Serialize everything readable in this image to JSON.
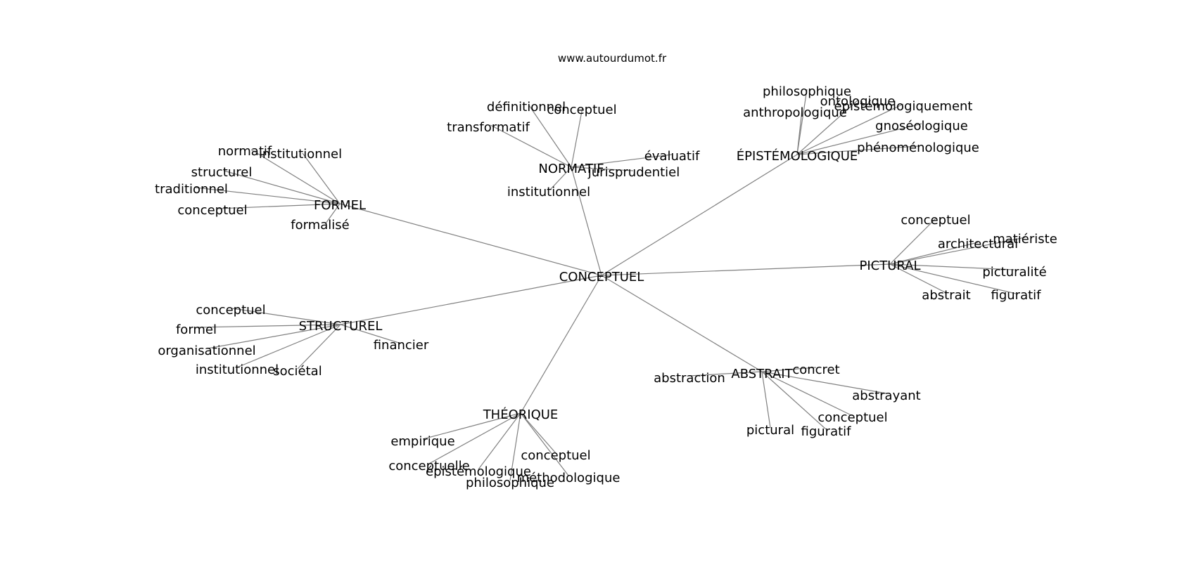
{
  "watermark": "www.autourdumot.fr",
  "graph": {
    "center": "CONCEPTUEL",
    "clusters": [
      {
        "hub": "FORMEL",
        "leaves": [
          "normatif",
          "institutionnel",
          "structurel",
          "traditionnel",
          "conceptuel",
          "formalisé"
        ]
      },
      {
        "hub": "NORMATIF",
        "leaves": [
          "définitionnel",
          "conceptuel",
          "transformatif",
          "évaluatif",
          "jurisprudentiel",
          "institutionnel"
        ]
      },
      {
        "hub": "ÉPISTÉMOLOGIQUE",
        "leaves": [
          "philosophique",
          "anthropologique",
          "ontologique",
          "épistémologiquement",
          "gnoséologique",
          "phénoménologique"
        ]
      },
      {
        "hub": "PICTURAL",
        "leaves": [
          "conceptuel",
          "matiériste",
          "architectural",
          "picturalité",
          "abstrait",
          "figuratif"
        ]
      },
      {
        "hub": "STRUCTUREL",
        "leaves": [
          "conceptuel",
          "formel",
          "organisationnel",
          "financier",
          "institutionnel",
          "sociétal"
        ]
      },
      {
        "hub": "ABSTRAIT",
        "leaves": [
          "abstraction",
          "concret",
          "abstrayant",
          "conceptuel",
          "pictural",
          "figuratif"
        ]
      },
      {
        "hub": "THÉORIQUE",
        "leaves": [
          "empirique",
          "conceptuelle",
          "conceptuel",
          "épistémologique",
          "méthodologique",
          "philosophique"
        ]
      }
    ]
  }
}
